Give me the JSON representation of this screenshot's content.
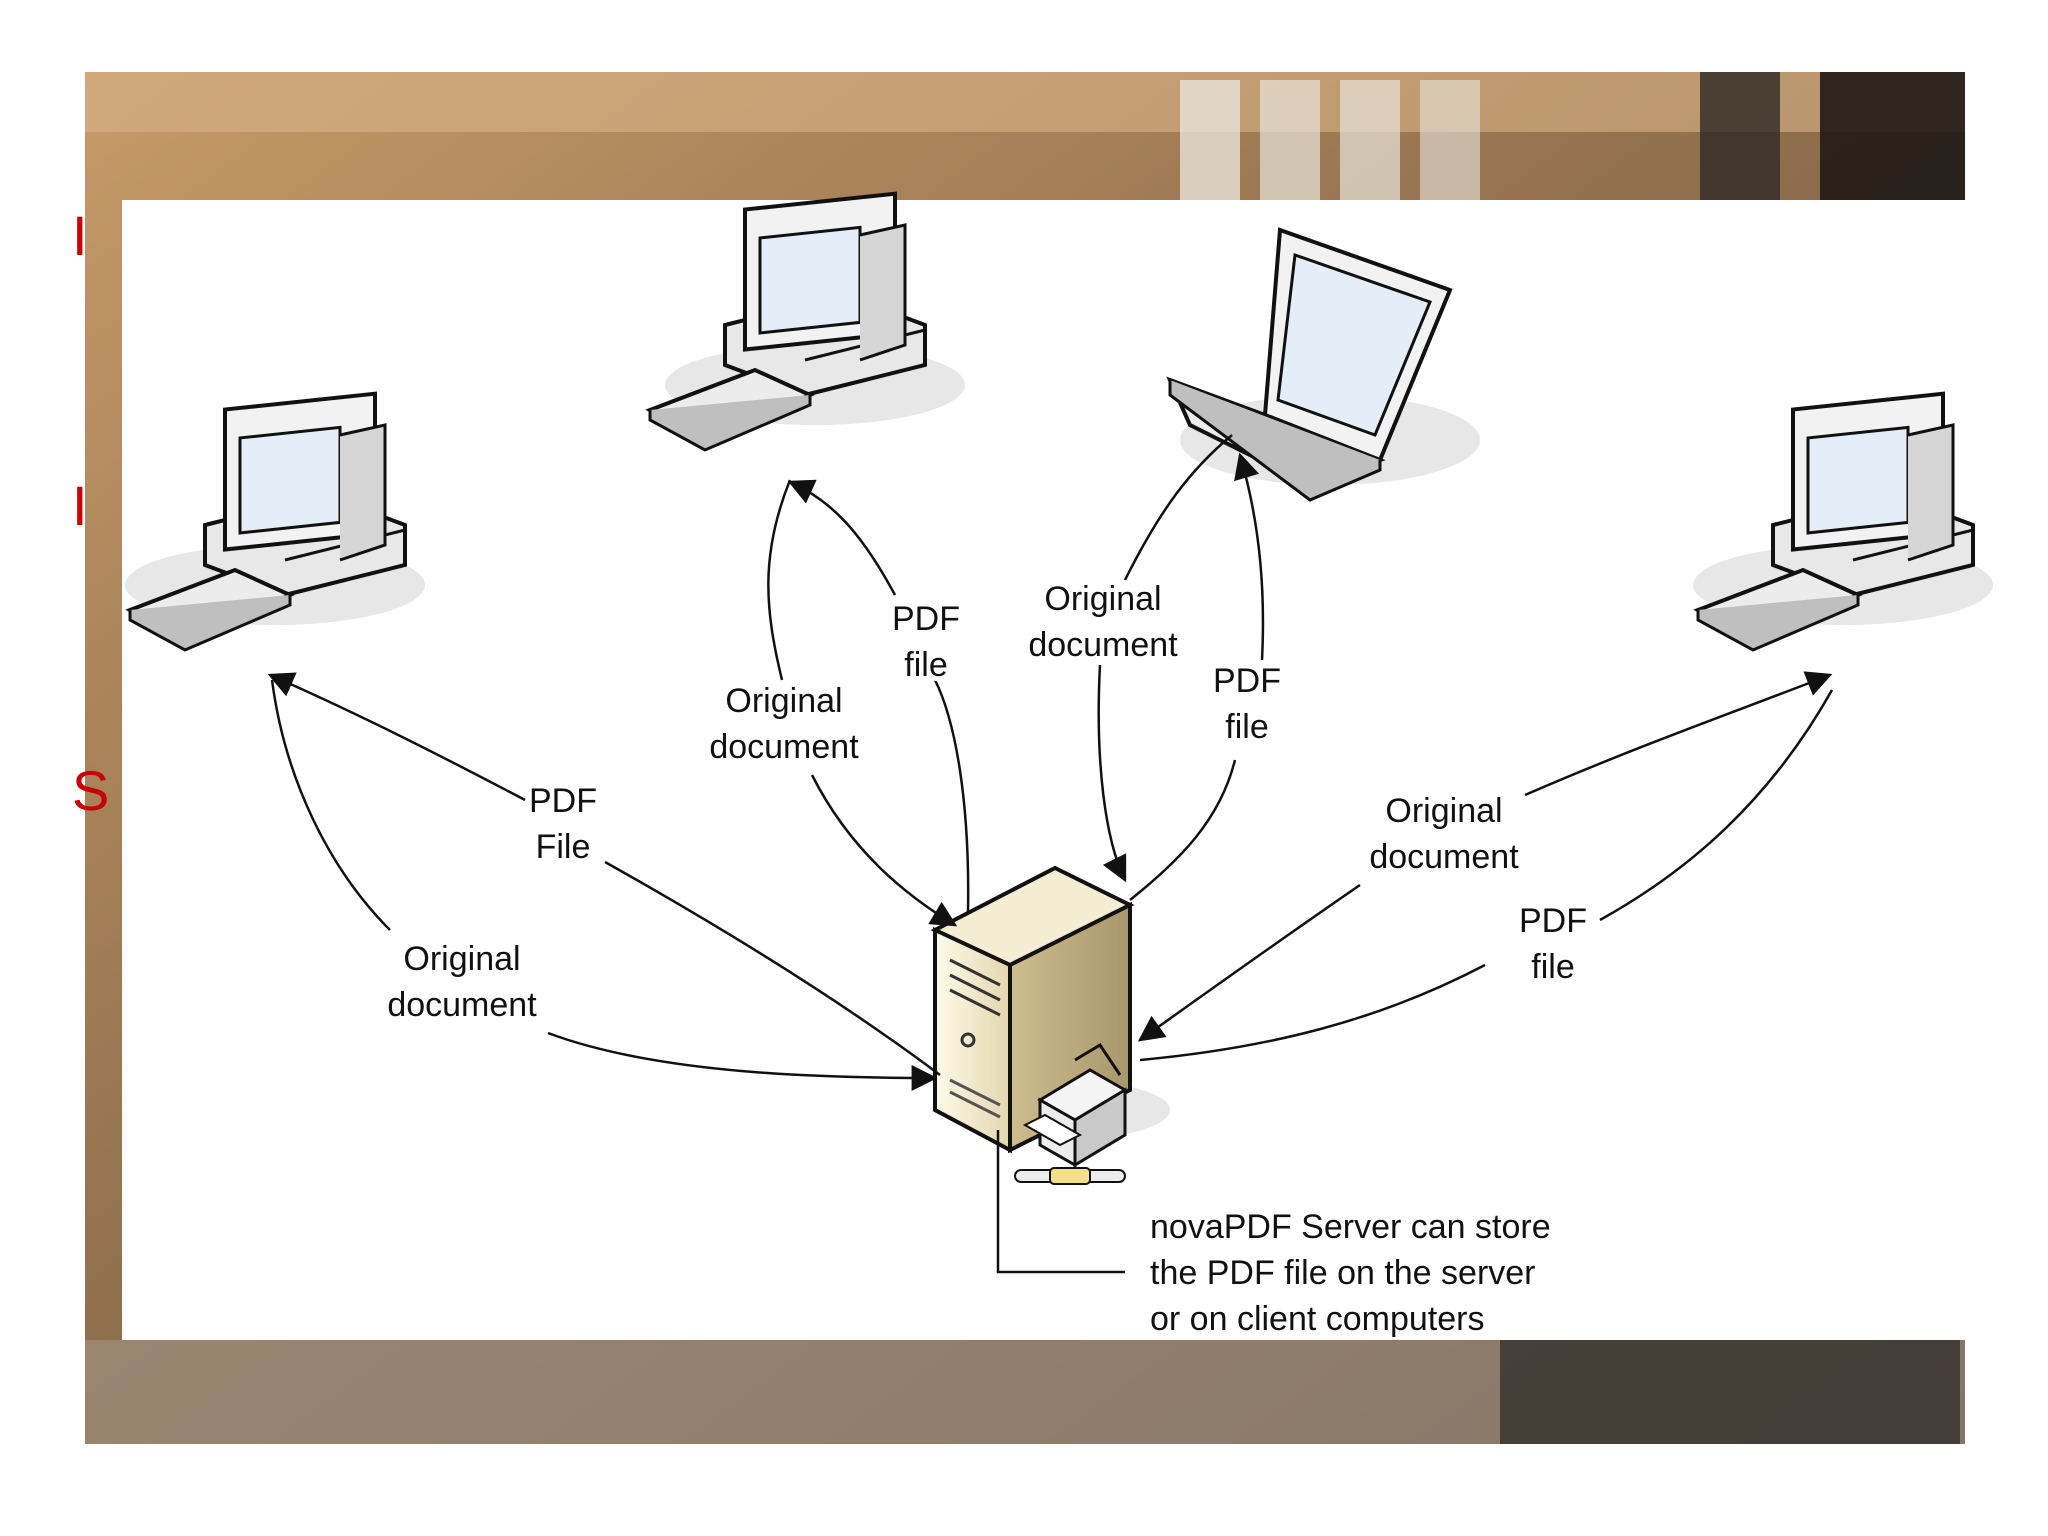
{
  "colors": {
    "page": "#ffffff",
    "backdrop_warm": "#b48a5c",
    "backdrop_dark": "#3b3128",
    "slide_marks": "#cc0000",
    "panel": "#ffffff",
    "ink": "#111111",
    "monitor_screen": "#e3eef8",
    "server_body": "#ece2c4"
  },
  "slide_marks": [
    "I",
    "I",
    "S"
  ],
  "icons": {
    "client_left": "desktop-computer-icon",
    "client_top_left": "desktop-computer-icon",
    "client_laptop": "laptop-icon",
    "client_right": "desktop-computer-icon",
    "server": "server-tower-icon",
    "printer": "printer-icon",
    "network": "network-connector-icon"
  },
  "labels": {
    "left_pdf": [
      "PDF",
      "File"
    ],
    "left_original": [
      "Original",
      "document"
    ],
    "topleft_pdf": [
      "PDF",
      "file"
    ],
    "topleft_original": [
      "Original",
      "document"
    ],
    "laptop_original": [
      "Original",
      "document"
    ],
    "laptop_pdf": [
      "PDF",
      "file"
    ],
    "right_original": [
      "Original",
      "document"
    ],
    "right_pdf": [
      "PDF",
      "file"
    ]
  },
  "server_note": [
    "novaPDF Server can store",
    "the PDF file on the server",
    "or on client computers"
  ]
}
